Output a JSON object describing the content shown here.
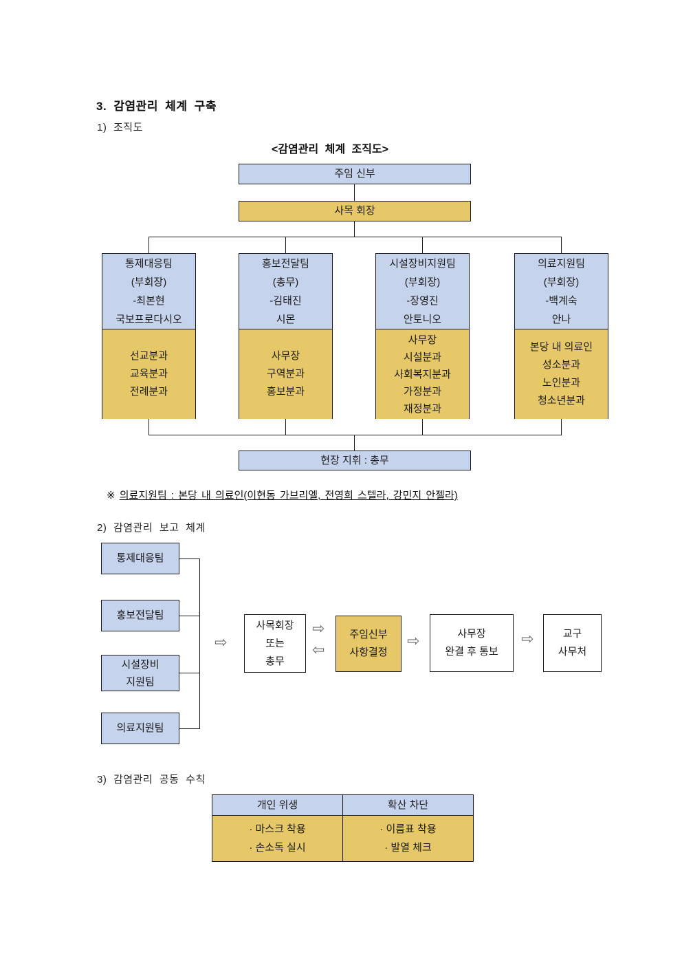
{
  "colors": {
    "box_blue": "#c6d3ed",
    "box_yellow": "#e6c868",
    "border_black": "#1a1a1a",
    "page_bg": "#ffffff"
  },
  "headings": {
    "section": "3. 감염관리 체계 구축",
    "sub1": "1) 조직도",
    "sub2": "2) 감염관리 보고 체계",
    "sub3": "3) 감염관리 공동 수칙"
  },
  "org_chart": {
    "title": "<감염관리 체계 조직도>",
    "top_box": "주임 신부",
    "chair_box": "사목 회장",
    "field_box": "현장 지휘 : 총무",
    "note_mark": "※ ",
    "note_text": "의료지원팀 : 본당 내 의료인(이현동 가브리엘, 전영희 스텔라, 강민지 안젤라)",
    "teams": [
      {
        "name": "통제대응팀",
        "role": "(부회장)",
        "leader": "-최본현",
        "baptismal_name": "국보프로다시오",
        "subunits": [
          "선교분과",
          "교육분과",
          "전례분과"
        ]
      },
      {
        "name": "홍보전달팀",
        "role": "(총무)",
        "leader": "-김태진",
        "baptismal_name": "시몬",
        "subunits": [
          "사무장",
          "구역분과",
          "홍보분과"
        ]
      },
      {
        "name": "시설장비지원팀",
        "role": "(부회장)",
        "leader": "-장영진",
        "baptismal_name": "안토니오",
        "subunits": [
          "사무장",
          "시설분과",
          "사회복지분과",
          "가정분과",
          "재정분과"
        ]
      },
      {
        "name": "의료지원팀",
        "role": "(부회장)",
        "leader": "-백계숙",
        "baptismal_name": "안나",
        "subunits": [
          "본당 내 의료인",
          "성소분과",
          "노인분과",
          "청소년분과"
        ]
      }
    ]
  },
  "report_flow": {
    "sources": [
      {
        "label": [
          "통제대응팀"
        ]
      },
      {
        "label": [
          "홍보전달팀"
        ]
      },
      {
        "label": [
          "시설장비",
          "지원팀"
        ]
      },
      {
        "label": [
          "의료지원팀"
        ]
      }
    ],
    "arrow_right": "⇨",
    "arrow_left": "⇦",
    "steps": [
      {
        "label": [
          "사목회장",
          "또는",
          "총무"
        ]
      },
      {
        "label": [
          "주임신부",
          "사항결정"
        ]
      },
      {
        "label": [
          "사무장",
          "완결 후 통보"
        ]
      },
      {
        "label": [
          "교구",
          "사무처"
        ]
      }
    ]
  },
  "rules_table": {
    "headers": [
      "개인 위생",
      "확산 차단"
    ],
    "rows": [
      {
        "personal": [
          "· 마스크 착용",
          "· 손소독 실시"
        ],
        "spread": [
          "· 이름표 착용",
          "· 발열 체크"
        ]
      }
    ]
  }
}
